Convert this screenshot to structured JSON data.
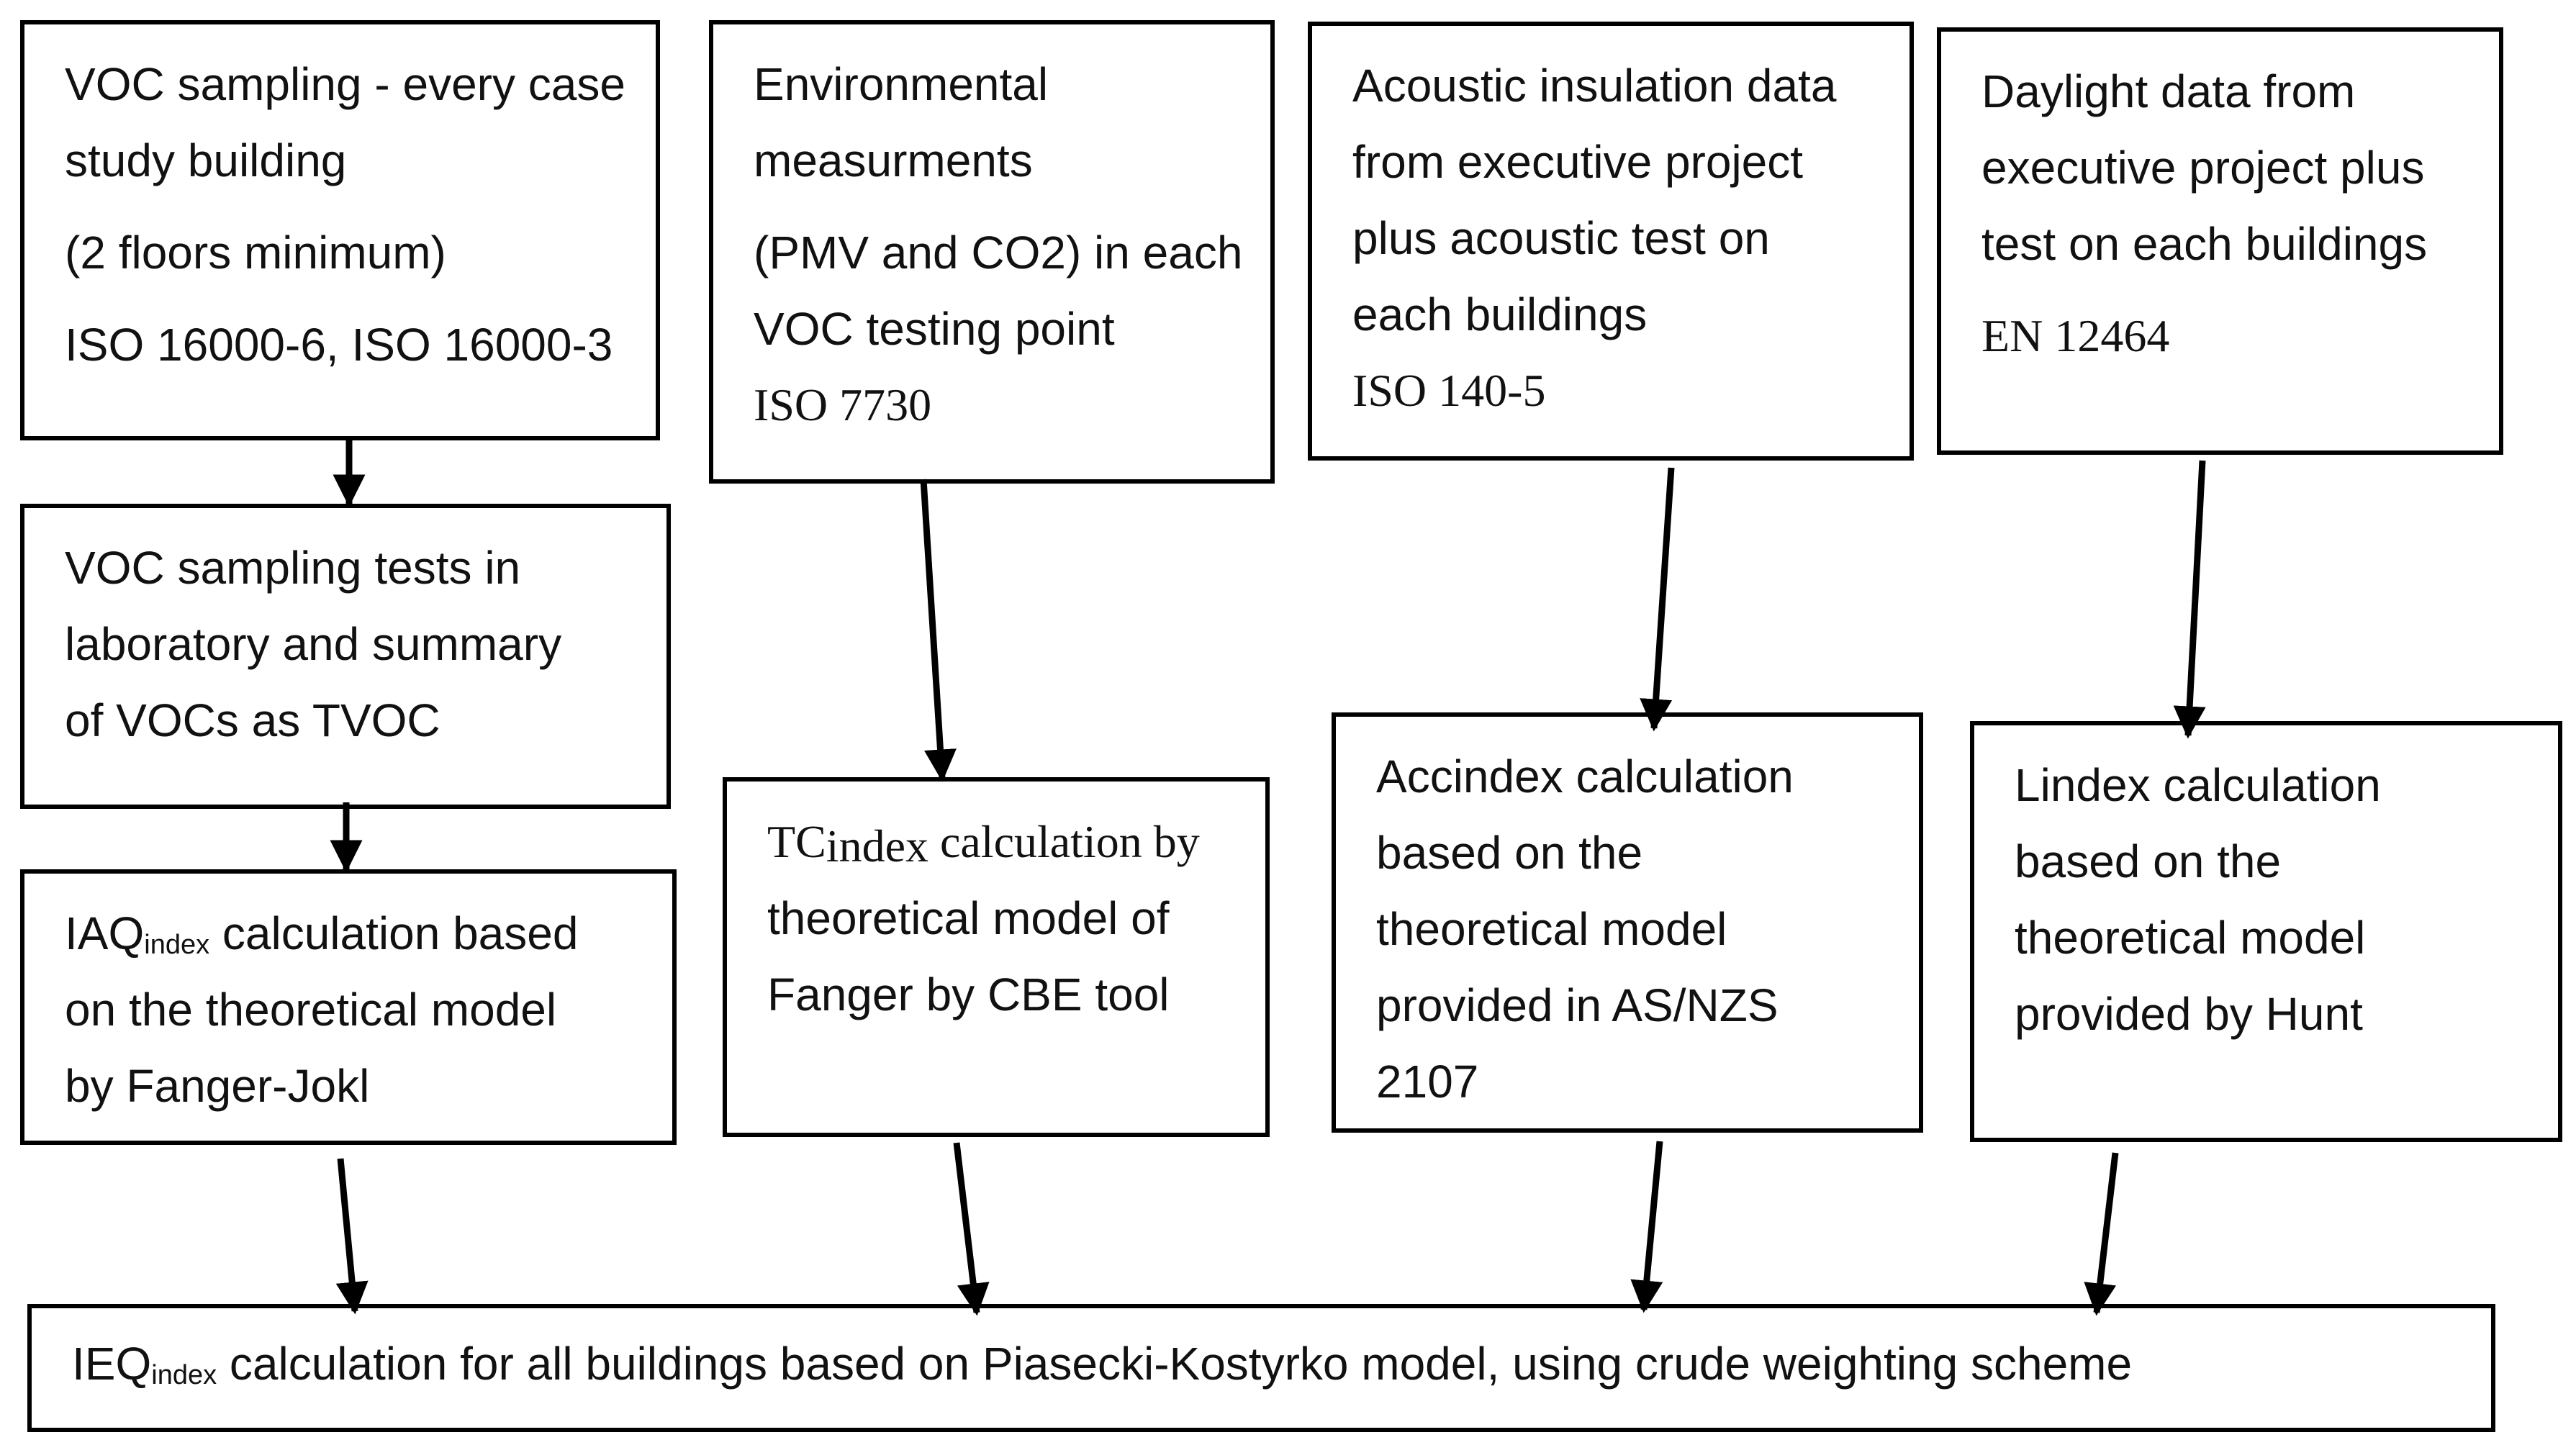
{
  "colors": {
    "border": "#000000",
    "text": "#111111",
    "background": "#ffffff"
  },
  "boxes": {
    "voc_sampling": {
      "line1": "VOC sampling - every case",
      "line2": "study building",
      "line3": "(2 floors minimum)",
      "line4": "ISO 16000-6, ISO 16000-3"
    },
    "environmental": {
      "line1": "Environmental",
      "line2": "measurments",
      "line3": "(PMV and CO2) in each",
      "line4": "VOC testing point",
      "line5": "ISO 7730"
    },
    "acoustic": {
      "line1": "Acoustic insulation data",
      "line2": "from executive project",
      "line3": "plus acoustic test on",
      "line4": "each buildings",
      "line5": "ISO 140-5"
    },
    "daylight": {
      "line1": "Daylight data from",
      "line2": "executive project plus",
      "line3": "test on each buildings",
      "line4": "EN 12464"
    },
    "voc_lab": {
      "line1": "VOC sampling tests in",
      "line2": "laboratory and summary",
      "line3": "of VOCs as TVOC"
    },
    "iaq": {
      "prefix": "IAQ",
      "sub": "index",
      "line1_rest": " calculation based",
      "line2": "on the theoretical model",
      "line3": "by Fanger-Jokl"
    },
    "tc": {
      "prefix": "TC",
      "sub": "index",
      "line1_rest": " calculation by",
      "line2": "theoretical model of",
      "line3": "Fanger by CBE tool"
    },
    "acc": {
      "line1": "Accindex calculation",
      "line2": "based on the",
      "line3": "theoretical model",
      "line4": "provided in AS/NZS",
      "line5": "2107"
    },
    "lindex": {
      "line1": "Lindex calculation",
      "line2": "based on the",
      "line3": "theoretical model",
      "line4": "provided by Hunt"
    },
    "ieq": {
      "prefix": "IEQ",
      "sub": "index",
      "rest": " calculation for all buildings based on Piasecki-Kostyrko model, using crude weighting scheme"
    }
  }
}
